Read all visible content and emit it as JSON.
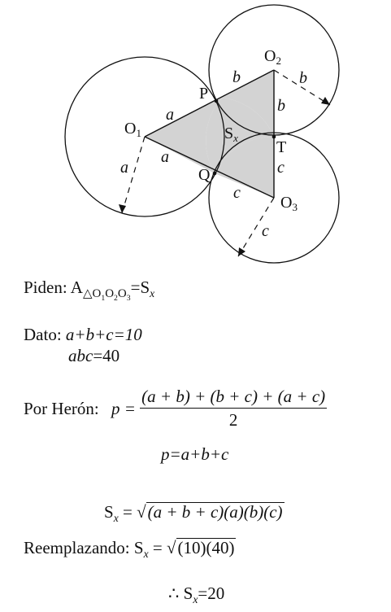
{
  "figure": {
    "labels": {
      "O1": "O",
      "O1_sub": "1",
      "O2": "O",
      "O2_sub": "2",
      "O3": "O",
      "O3_sub": "3",
      "P": "P",
      "Q": "Q",
      "T": "T",
      "Sx": "S",
      "Sx_sub": "x",
      "a": "a",
      "b": "b",
      "c": "c"
    },
    "colors": {
      "stroke": "#111111",
      "fill": "#d3d3d3"
    }
  },
  "text": {
    "piden_label": "Piden:",
    "piden_A": "A",
    "piden_tri": "△O",
    "piden_s1": "1",
    "piden_O2": "O",
    "piden_s2": "2",
    "piden_O3": "O",
    "piden_s3": "3",
    "piden_eq": "=S",
    "piden_x": "x",
    "dato_label": "Dato:",
    "dato_eq1": "a+b+c=10",
    "dato_eq2_var": "abc",
    "dato_eq2_val": "=40",
    "heron_label": "Por Herón:",
    "heron_p": "p =",
    "heron_num": "(a + b) + (b + c) + (a + c)",
    "heron_den": "2",
    "p_eq": "p=a+b+c",
    "sx_S": "S",
    "sx_x": "x",
    "sx_eq": " = ",
    "sx_rad": "(a + b + c)(a)(b)(c)",
    "reemp_label": "Reemplazando:",
    "reemp_S": "S",
    "reemp_x": "x",
    "reemp_eq": " = ",
    "reemp_rad": "(10)(40)",
    "therefore": "∴",
    "final_S": "S",
    "final_x": "x",
    "final_val": "=20"
  }
}
